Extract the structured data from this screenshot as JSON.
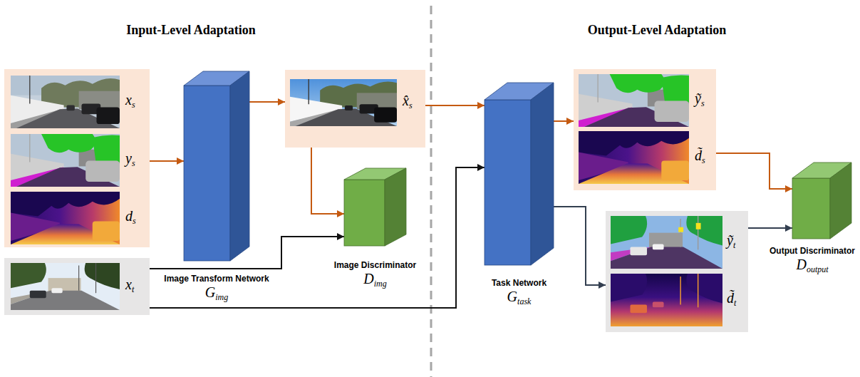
{
  "diagram": {
    "nodes": [
      {
        "text": [
          "xs",
          "ys",
          "ds"
        ]
      },
      {
        "text": [
          "xt"
        ]
      },
      {
        "text": [
          "Image Transform Network",
          "Gimg"
        ]
      },
      {
        "text": [
          "x̂s"
        ]
      },
      {
        "text": [
          "Image Discriminator",
          "Dimg"
        ]
      },
      {
        "text": [
          "Task Network",
          "Gtask"
        ]
      },
      {
        "text": [
          "ỹs",
          "d̃s"
        ]
      },
      {
        "text": [
          "ỹt",
          "d̃t"
        ]
      },
      {
        "text": [
          "Output Discriminator",
          "Doutput"
        ]
      }
    ],
    "edges": [
      {
        "from": 0,
        "to": 2,
        "arrow": "to"
      },
      {
        "from": 2,
        "to": 3,
        "arrow": "to"
      },
      {
        "from": 3,
        "to": 4,
        "arrow": "to"
      },
      {
        "from": 1,
        "to": 4,
        "arrow": "to"
      },
      {
        "from": 3,
        "to": 5,
        "arrow": "to"
      },
      {
        "from": 1,
        "to": 5,
        "arrow": "to"
      },
      {
        "from": 5,
        "to": 6,
        "arrow": "to"
      },
      {
        "from": 5,
        "to": 7,
        "arrow": "to"
      },
      {
        "from": 6,
        "to": 8,
        "arrow": "to"
      },
      {
        "from": 7,
        "to": 8,
        "arrow": "to"
      }
    ],
    "labels": [
      "Input-Level Adaptation",
      "Output-Level Adaptation"
    ]
  }
}
